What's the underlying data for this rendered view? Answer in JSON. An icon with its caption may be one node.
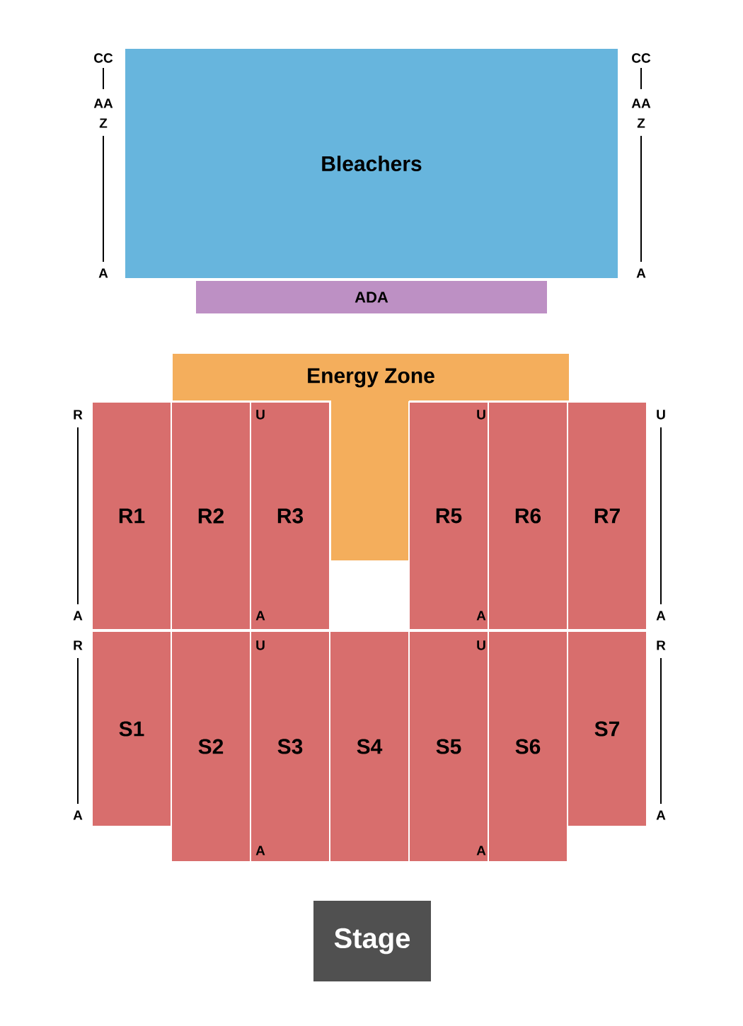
{
  "diagram": {
    "nodes": [
      {
        "text": [
          "Bleachers"
        ]
      },
      {
        "text": [
          "ADA"
        ]
      },
      {
        "text": [
          "Energy Zone"
        ]
      },
      {
        "text": [
          "R1"
        ]
      },
      {
        "text": [
          "R2"
        ]
      },
      {
        "text": [
          "R3"
        ]
      },
      {
        "text": [
          "R5"
        ]
      },
      {
        "text": [
          "R6"
        ]
      },
      {
        "text": [
          "R7"
        ]
      },
      {
        "text": [
          "S1"
        ]
      },
      {
        "text": [
          "S2"
        ]
      },
      {
        "text": [
          "S3"
        ]
      },
      {
        "text": [
          "S4"
        ]
      },
      {
        "text": [
          "S5"
        ]
      },
      {
        "text": [
          "S6"
        ]
      },
      {
        "text": [
          "S7"
        ]
      },
      {
        "text": [
          "Stage"
        ]
      }
    ],
    "labels": [
      "CC",
      "CC",
      "AA",
      "AA",
      "Z",
      "Z",
      "A",
      "A",
      "R",
      "U",
      "U",
      "U",
      "A",
      "A",
      "A",
      "A",
      "R",
      "U",
      "U",
      "R",
      "A",
      "A",
      "A",
      "A"
    ]
  }
}
